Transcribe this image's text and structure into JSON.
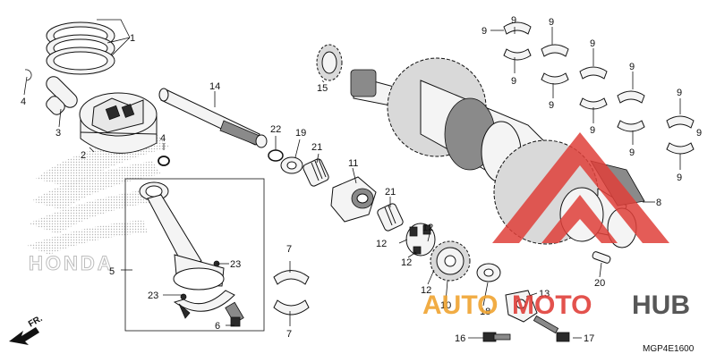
{
  "diagram": {
    "brand_watermark": "HONDA",
    "direction_label": "FR.",
    "diagram_code": "MGP4E1600",
    "watermark_text_a": "AUTO",
    "watermark_text_b": "MOTO",
    "watermark_text_c": "HUB",
    "colors": {
      "watermark_red": "#e0403a",
      "watermark_orange": "#f0a430",
      "line": "#111111"
    }
  },
  "callouts": {
    "c1": "1",
    "c2": "2",
    "c3": "3",
    "c4a": "4",
    "c4b": "4",
    "c5": "5",
    "c6": "6",
    "c7a": "7",
    "c7b": "7",
    "c8": "8",
    "c9a": "9",
    "c9b": "9",
    "c9c": "9",
    "c9d": "9",
    "c9e": "9",
    "c9f": "9",
    "c9g": "9",
    "c9h": "9",
    "c9i": "9",
    "c9j": "9",
    "c9k": "9",
    "c9l": "9",
    "c10": "10",
    "c11": "11",
    "c12a": "12",
    "c12b": "12",
    "c12c": "12",
    "c12d": "12",
    "c13": "13",
    "c14": "14",
    "c15": "15",
    "c16": "16",
    "c17": "17",
    "c18": "18",
    "c19": "19",
    "c20": "20",
    "c21a": "21",
    "c21b": "21",
    "c22": "22",
    "c23a": "23",
    "c23b": "23"
  }
}
